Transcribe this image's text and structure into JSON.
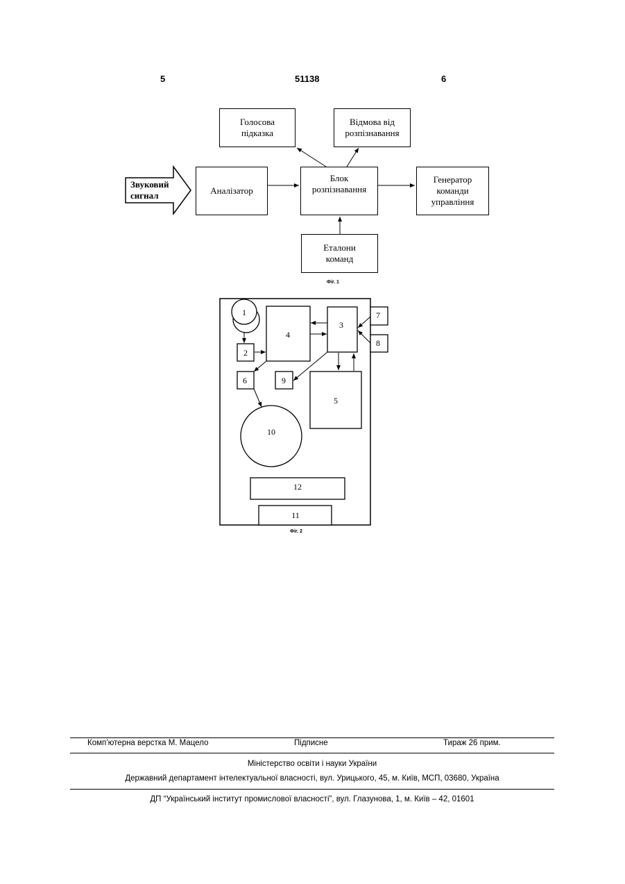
{
  "header": {
    "left": "5",
    "center": "51138",
    "right": "6"
  },
  "fig1": {
    "voice_hint": "Голосова\nпідказка",
    "reject": "Відмова від\nрозпізнавання",
    "sound_signal": "Звуковий\nсигнал",
    "analyzer": "Аналізатор",
    "recognition": "Блок\nрозпізнавання",
    "generator": "Генератор\nкоманди\nуправління",
    "standards": "Еталони\nкоманд",
    "caption": "Фіг. 1"
  },
  "fig2": {
    "labels": {
      "n1": "1",
      "n2": "2",
      "n3": "3",
      "n4": "4",
      "n5": "5",
      "n6": "6",
      "n7": "7",
      "n8": "8",
      "n9": "9",
      "n10": "10",
      "n11": "11",
      "n12": "12"
    },
    "caption": "Фіг. 2"
  },
  "footer": {
    "layout": "Комп’ютерна верстка М. Мацело",
    "signed": "Підписне",
    "circulation": "Тираж 26 прим.",
    "ministry": "Міністерство освіти і науки України",
    "department": "Державний департамент інтелектуальної власності, вул. Урицького, 45, м. Київ, МСП, 03680, Україна",
    "institute": "ДП “Український інститут промислової власності”, вул. Глазунова, 1, м. Київ – 42, 01601"
  }
}
